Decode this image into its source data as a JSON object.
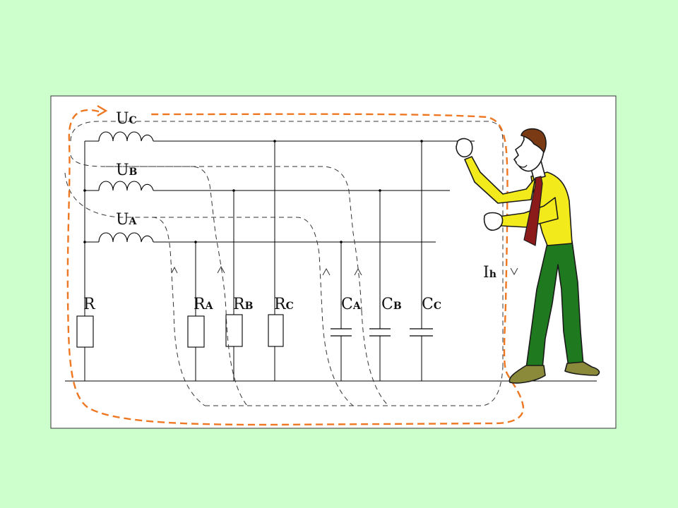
{
  "diagram": {
    "sources": [
      {
        "main": "U",
        "sub": "C"
      },
      {
        "main": "U",
        "sub": "B"
      },
      {
        "main": "U",
        "sub": "A"
      }
    ],
    "resistor_ground": {
      "main": "R",
      "sub": ""
    },
    "resistors": [
      {
        "main": "R",
        "sub": "A"
      },
      {
        "main": "R",
        "sub": "B"
      },
      {
        "main": "R",
        "sub": "C"
      }
    ],
    "capacitors": [
      {
        "main": "C",
        "sub": "A"
      },
      {
        "main": "C",
        "sub": "B"
      },
      {
        "main": "C",
        "sub": "C"
      }
    ],
    "current": {
      "main": "I",
      "sub": "h"
    }
  },
  "colors": {
    "background": "#ccffcc",
    "panel": "#ffffff",
    "wire": "#000000",
    "current_path": "#ee7722",
    "shirt": "#f2ea1a",
    "trousers": "#1f7a1f",
    "shoes": "#8a8a3a",
    "tie": "#8b1a1a"
  }
}
